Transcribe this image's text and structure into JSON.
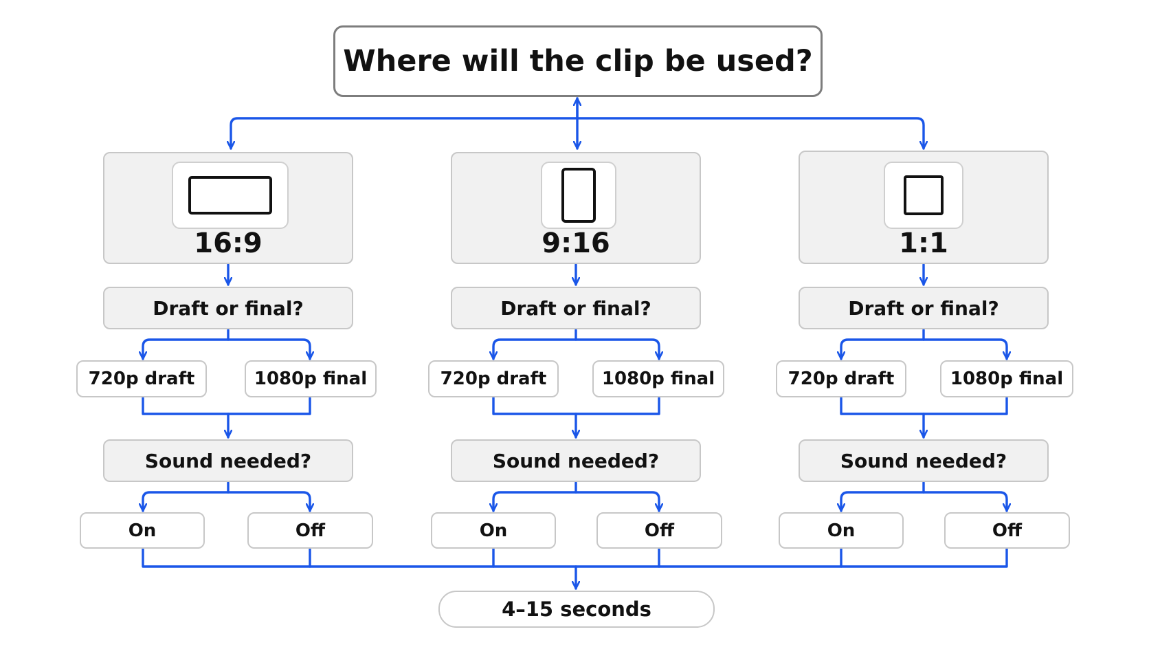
{
  "question_root": "Where will the clip be used?",
  "branches": [
    {
      "ratio": "16:9",
      "icon": "landscape-rectangle-icon",
      "quality_question": "Draft or final?",
      "quality_options": [
        "720p draft",
        "1080p final"
      ],
      "sound_question": "Sound needed?",
      "sound_options": [
        "On",
        "Off"
      ]
    },
    {
      "ratio": "9:16",
      "icon": "portrait-rectangle-icon",
      "quality_question": "Draft or final?",
      "quality_options": [
        "720p draft",
        "1080p final"
      ],
      "sound_question": "Sound needed?",
      "sound_options": [
        "On",
        "Off"
      ]
    },
    {
      "ratio": "1:1",
      "icon": "square-icon",
      "quality_question": "Draft or final?",
      "quality_options": [
        "720p draft",
        "1080p final"
      ],
      "sound_question": "Sound needed?",
      "sound_options": [
        "On",
        "Off"
      ]
    }
  ],
  "result": "4–15 seconds",
  "colors": {
    "connector": "#1a56e8",
    "card_fill": "#f1f1f1",
    "border": "#c7c7c7"
  }
}
